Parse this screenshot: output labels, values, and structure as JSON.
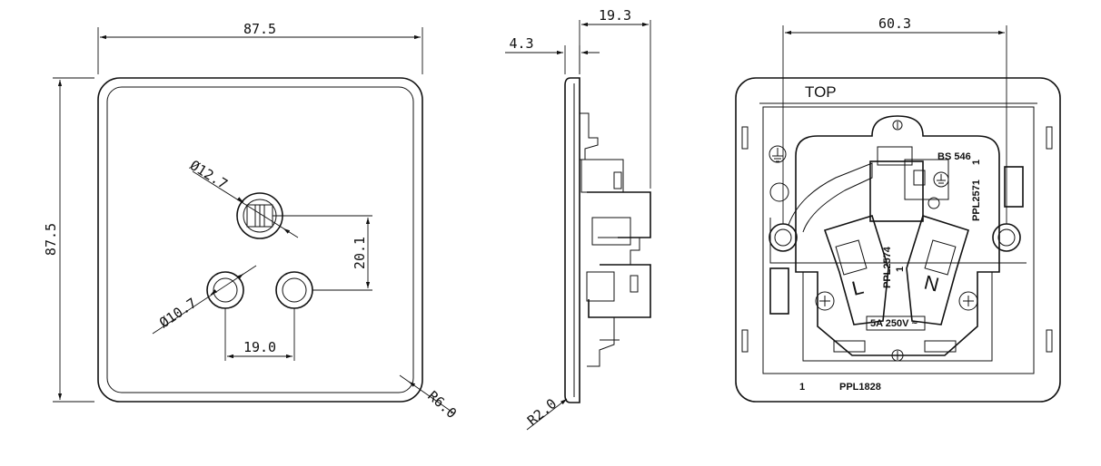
{
  "front_view": {
    "width_dim": "87.5",
    "height_dim": "87.5",
    "earth_hole_dia": "Ø12.7",
    "pin_hole_dia": "Ø10.7",
    "vertical_spacing": "20.1",
    "horizontal_spacing": "19.0",
    "corner_radius": "R6.0"
  },
  "side_view": {
    "total_depth": "19.3",
    "plate_thickness": "4.3",
    "edge_radius": "R2.0"
  },
  "rear_view": {
    "fixing_centres": "60.3",
    "top_marking": "TOP",
    "standard": "BS 546",
    "part_right": "PPL2571",
    "part_right_num": "1",
    "part_middle": "PPL2574",
    "part_middle_num": "1",
    "terminal_live": "L",
    "terminal_neutral": "N",
    "rating": "5A 250V ~",
    "bottom_num": "1",
    "bottom_part": "PPL1828"
  }
}
